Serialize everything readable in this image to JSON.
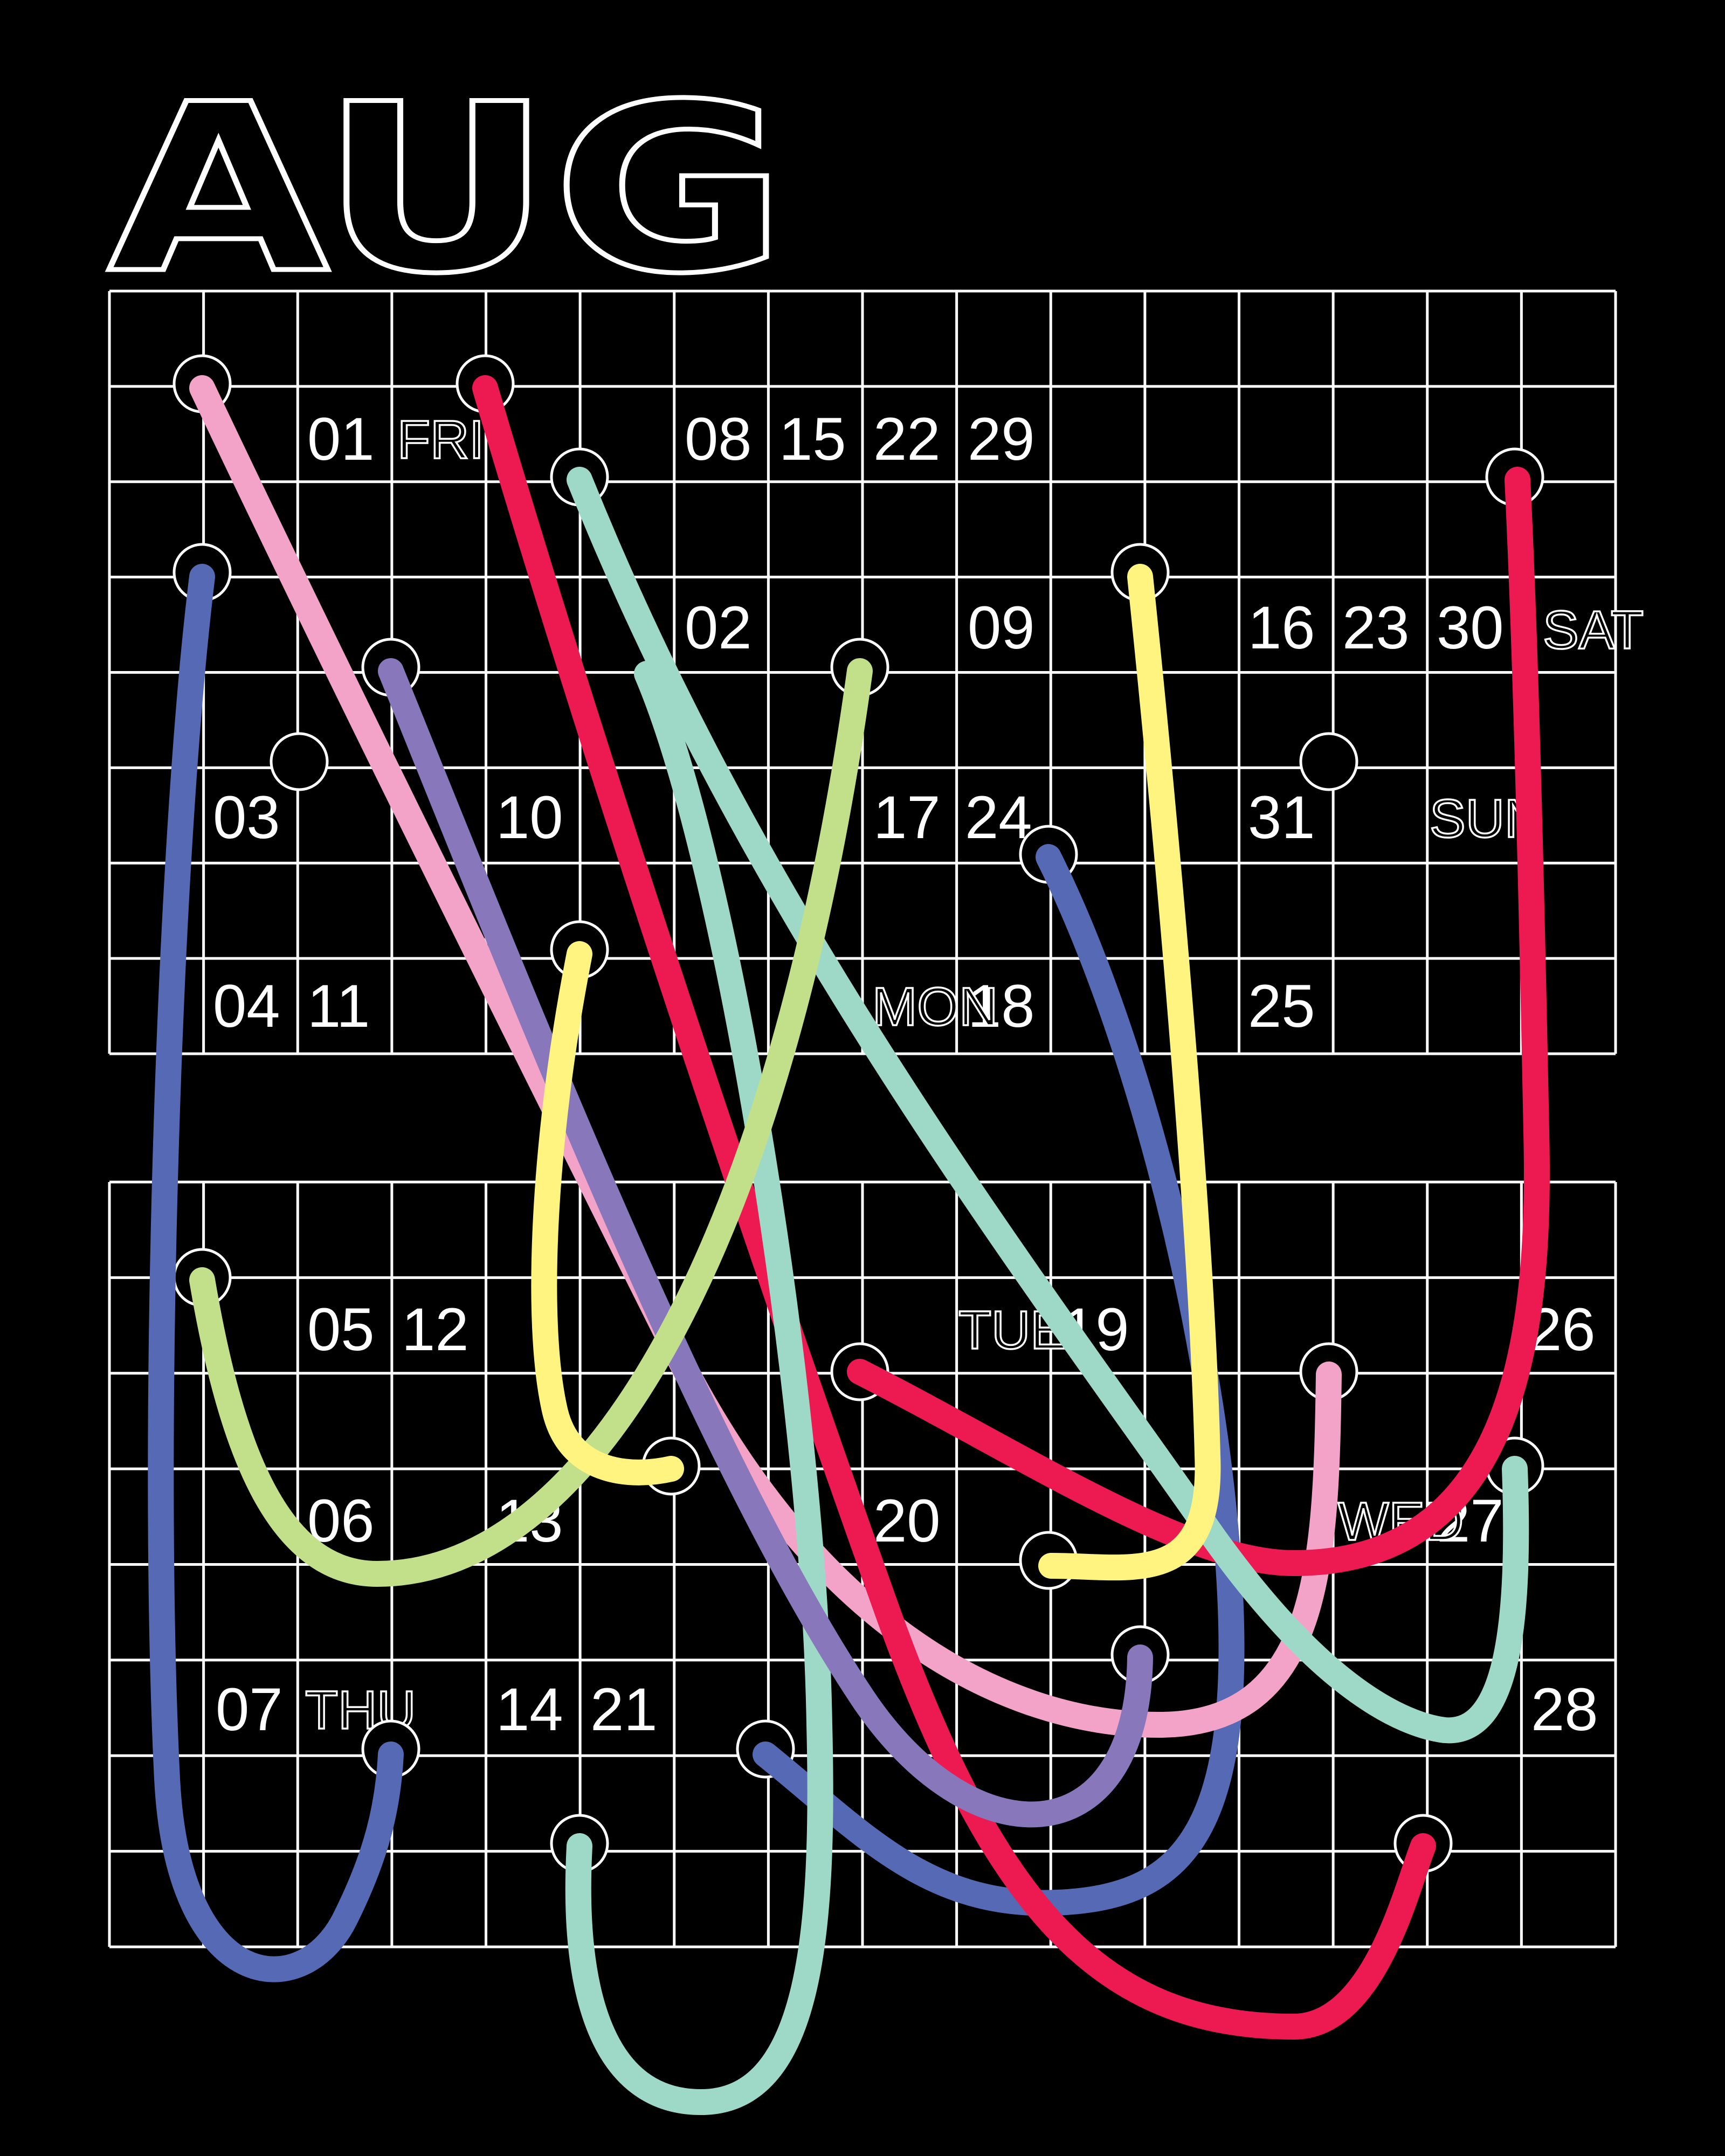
{
  "month": "AUG",
  "dates": [
    "01",
    "02",
    "03",
    "04",
    "05",
    "06",
    "07",
    "08",
    "09",
    "10",
    "11",
    "12",
    "13",
    "14",
    "15",
    "16",
    "17",
    "18",
    "19",
    "20",
    "21",
    "22",
    "23",
    "24",
    "25",
    "26",
    "27",
    "28",
    "29",
    "30",
    "31"
  ],
  "weekdays": {
    "fri": "FRI",
    "sat": "SAT",
    "sun": "SUN",
    "mon": "MON",
    "tue": "TUE",
    "wed": "WED",
    "thu": "THU"
  },
  "colors": {
    "background": "#000000",
    "grid": "#ffffff",
    "pink": "#f4a3c8",
    "red": "#ec1a50",
    "teal": "#9ed9c8",
    "blue": "#5669b4",
    "purple": "#8877bb",
    "green": "#c2df8a",
    "yellow": "#fff480"
  },
  "cords": [
    {
      "name": "blue-cord-left",
      "color": "blue"
    },
    {
      "name": "blue-cord-right",
      "color": "blue"
    },
    {
      "name": "pink-cord",
      "color": "pink"
    },
    {
      "name": "pink-hook",
      "color": "pink"
    },
    {
      "name": "red-cord-main",
      "color": "red"
    },
    {
      "name": "red-cord-right",
      "color": "red"
    },
    {
      "name": "teal-cord-long",
      "color": "teal"
    },
    {
      "name": "teal-cord-loop",
      "color": "teal"
    },
    {
      "name": "purple-cord",
      "color": "purple"
    },
    {
      "name": "green-cord",
      "color": "green"
    },
    {
      "name": "yellow-cord-left",
      "color": "yellow"
    },
    {
      "name": "yellow-cord-right",
      "color": "yellow"
    }
  ]
}
